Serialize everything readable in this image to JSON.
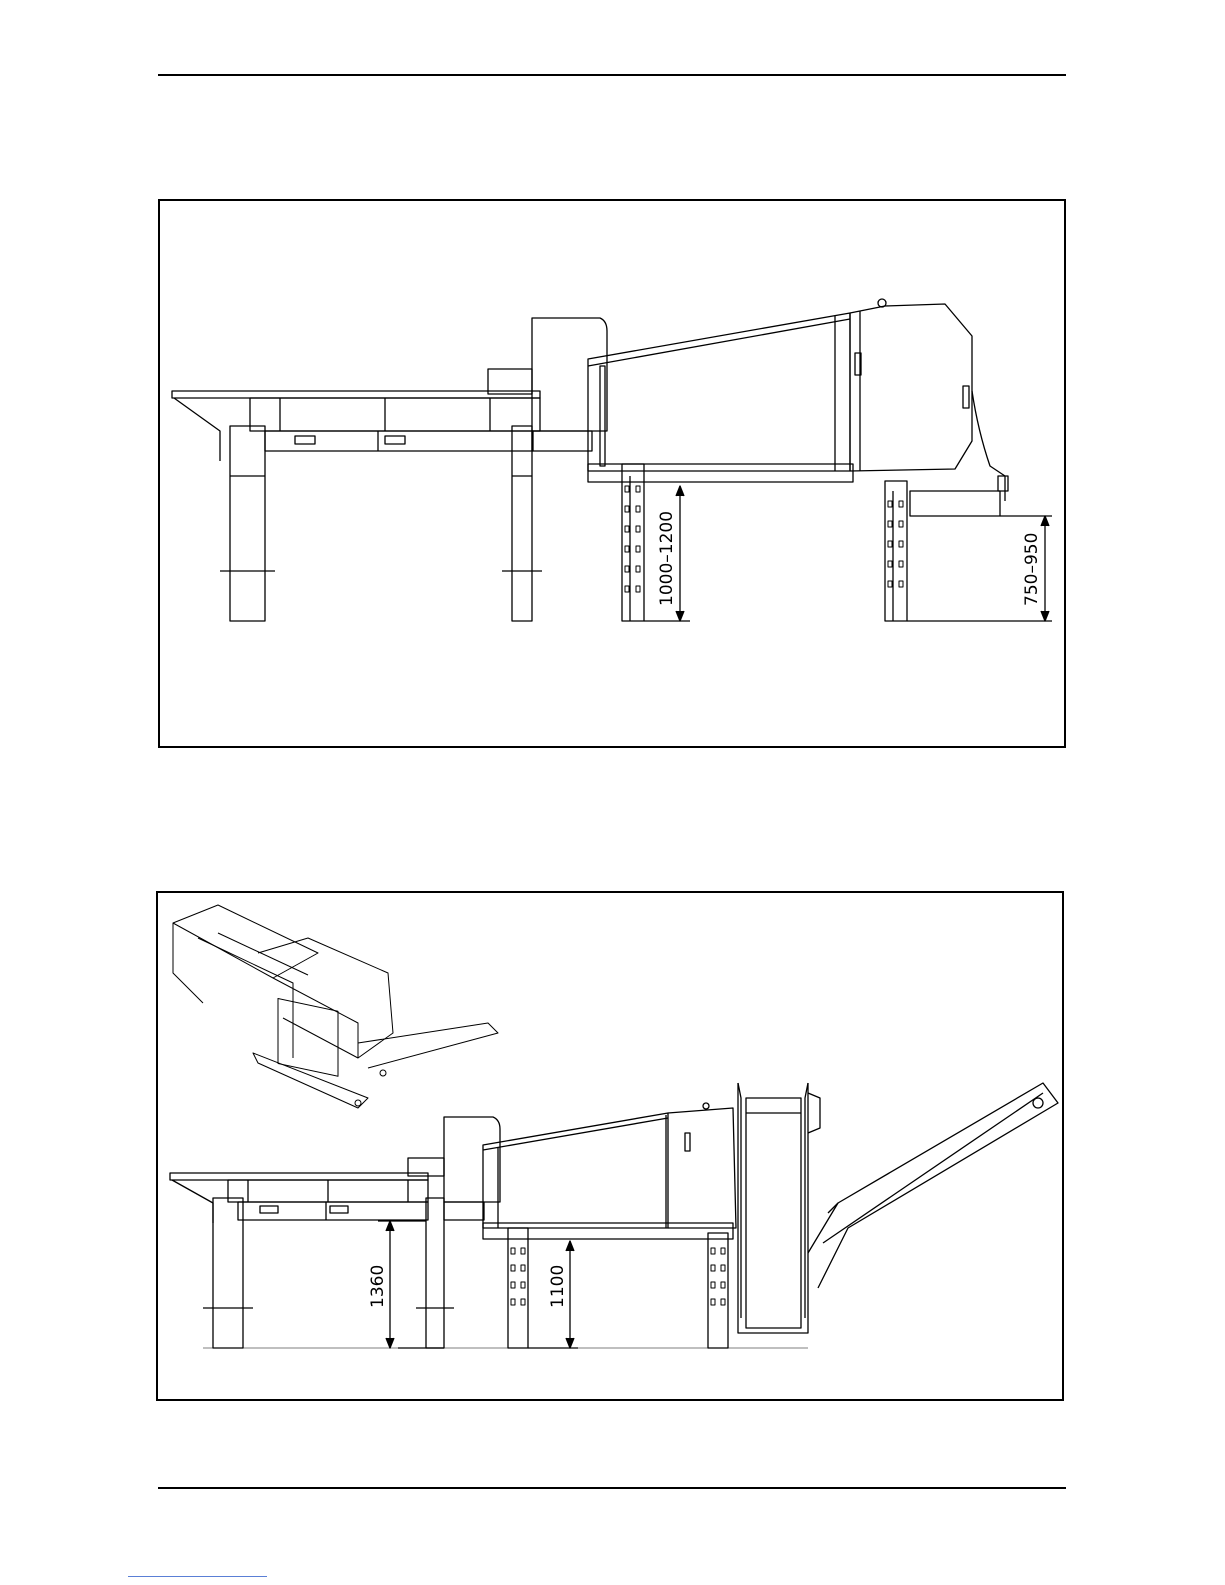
{
  "figures": [
    {
      "id": "figure-1",
      "dimensions": [
        "1000–1200",
        "750–950"
      ]
    },
    {
      "id": "figure-2",
      "dimensions": [
        "1360",
        "1100"
      ]
    }
  ]
}
